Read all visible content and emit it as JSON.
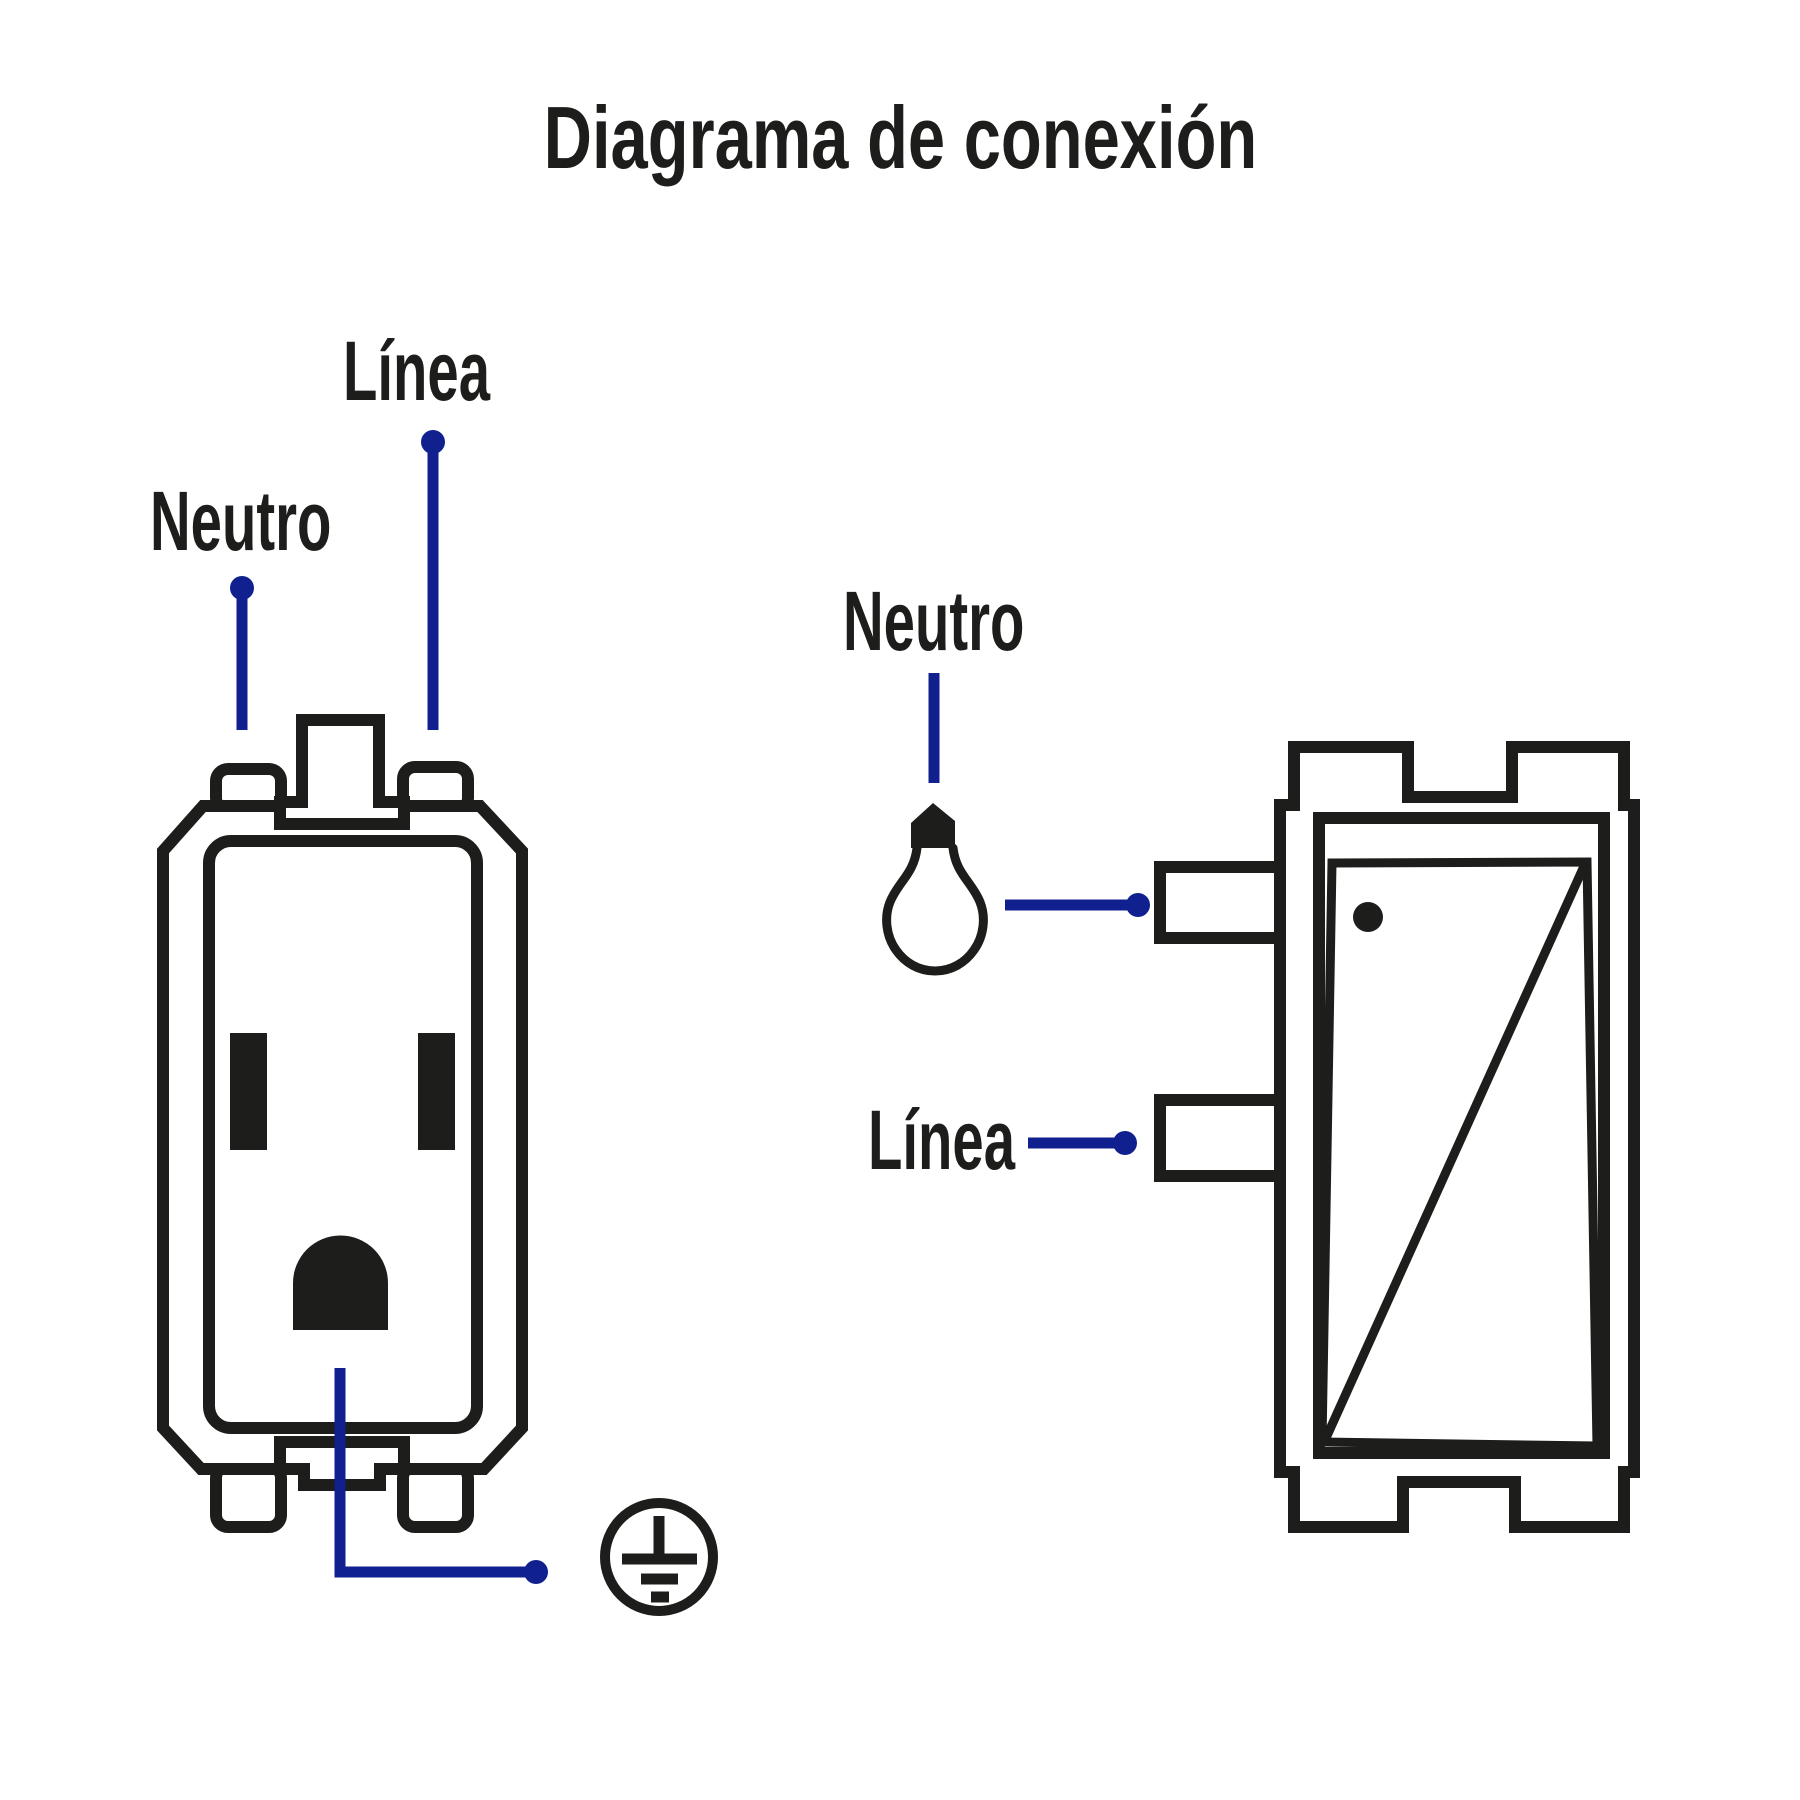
{
  "title": "Diagrama de conexión",
  "colors": {
    "ink": "#1d1d1b",
    "wire_blue": "#10208f",
    "background": "#ffffff"
  },
  "outlet_section": {
    "linea_label": "Línea",
    "neutro_label": "Neutro",
    "outlet_icon": "duplex-outlet-front-icon",
    "ground_icon": "earth-ground-symbol-icon"
  },
  "switch_section": {
    "neutro_label": "Neutro",
    "linea_label": "Línea",
    "bulb_icon": "light-bulb-icon",
    "switch_icon": "rocker-switch-module-icon"
  }
}
